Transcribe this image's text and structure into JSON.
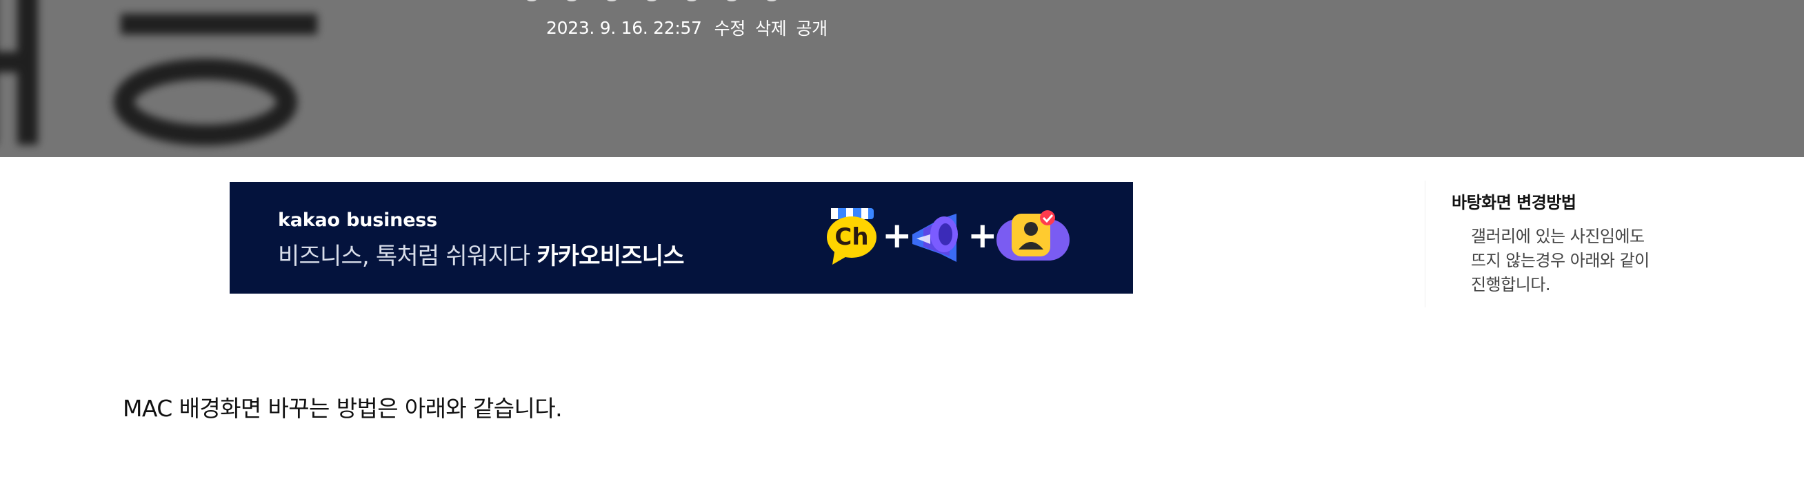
{
  "header": {
    "hero_glyph_icon": "blurred-hangul-title-icon",
    "date": "2023. 9. 16. 22:57",
    "actions": [
      "수정",
      "삭제",
      "공개"
    ]
  },
  "banner": {
    "brand": "kakao business",
    "tagline_regular": "비즈니스, 톡처럼 쉬워지다 ",
    "tagline_bold": "카카오비즈니스",
    "icons": [
      "kakao-channel-icon",
      "megaphone-icon",
      "verified-profile-icon"
    ],
    "colors": {
      "background": "#04133d",
      "ch_yellow": "#ffd400",
      "purple": "#6e4cf0"
    }
  },
  "sidebar": {
    "title": "바탕화면 변경방법",
    "item": "갤러리에 있는 사진임에도 뜨지 않는경우 아래와 같이 진행합니다."
  },
  "article": {
    "first_line": "MAC 배경화면 바꾸는 방법은 아래와 같습니다."
  }
}
